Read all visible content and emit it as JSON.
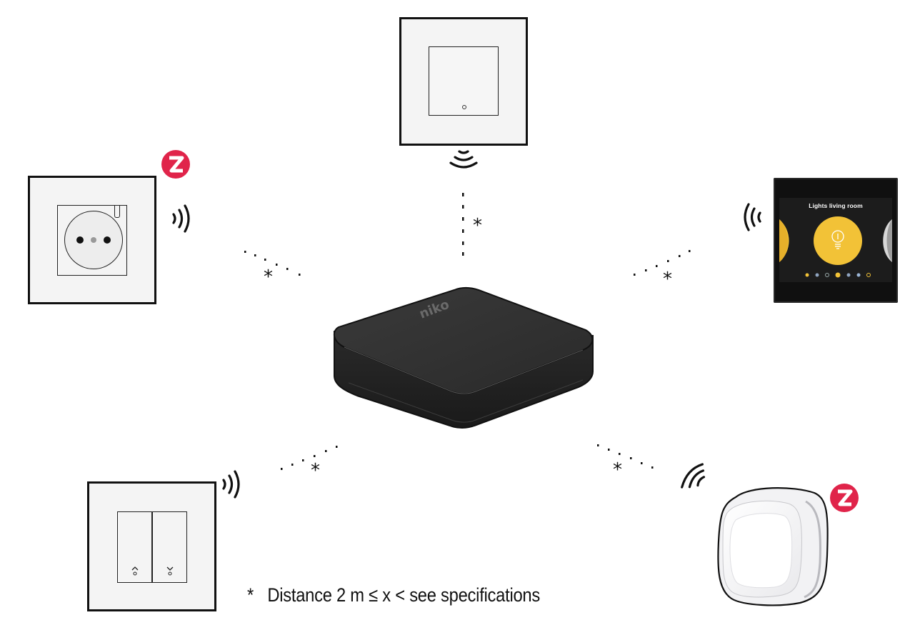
{
  "hub": {
    "brand": "niko",
    "icon": "wireless-hub"
  },
  "touchscreen": {
    "title": "Lights living room",
    "accent": "#f2c237"
  },
  "distance_marker": "*",
  "footnote": {
    "marker": "*",
    "text": "Distance 2 m ≤ x < see specifications"
  },
  "zigbee_badge": {
    "color": "#e0244a",
    "icon": "zigbee-logo-icon"
  },
  "devices": [
    {
      "id": "wall-switch-top",
      "icon": "wall-switch"
    },
    {
      "id": "wall-socket",
      "icon": "socket-outlet",
      "zigbee": true
    },
    {
      "id": "touch-display",
      "icon": "touch-display"
    },
    {
      "id": "double-switch",
      "icon": "double-push-button"
    },
    {
      "id": "sensor",
      "icon": "motion-sensor",
      "zigbee": true
    }
  ]
}
